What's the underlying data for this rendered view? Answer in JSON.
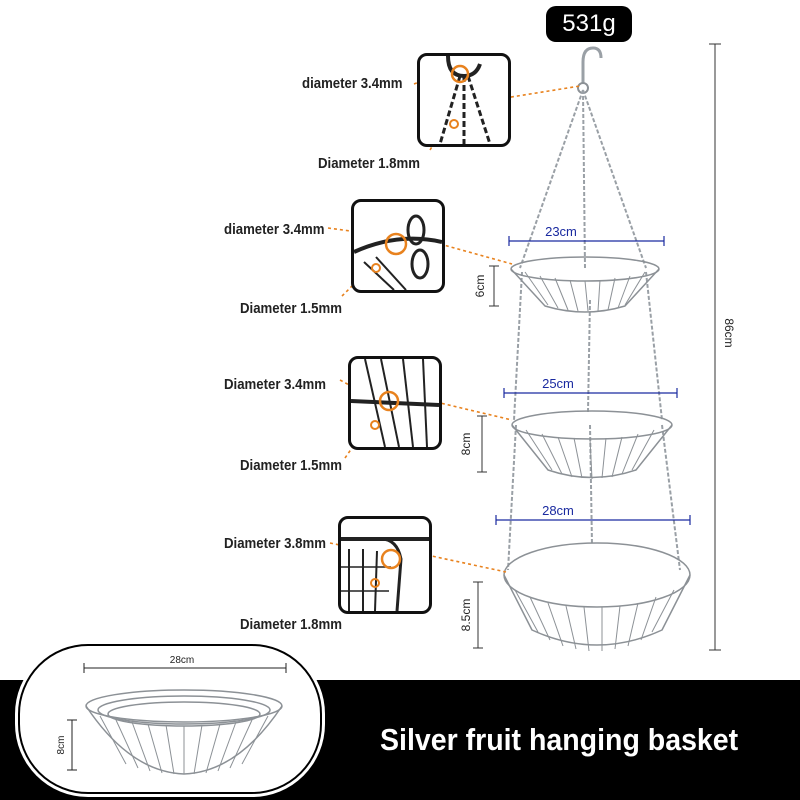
{
  "weight": "531g",
  "callouts": {
    "hook_top": "diameter 3.4mm",
    "hook_chain": "Diameter 1.8mm",
    "tier1_ring": "diameter 3.4mm",
    "tier1_wire": "Diameter 1.5mm",
    "tier2_ring": "Diameter 3.4mm",
    "tier2_wire": "Diameter 1.5mm",
    "tier3_ring": "Diameter 3.8mm",
    "tier3_wire": "Diameter 1.8mm"
  },
  "dimensions": {
    "total_height": "86cm",
    "tier1_width": "23cm",
    "tier1_height": "6cm",
    "tier2_width": "25cm",
    "tier2_height": "8cm",
    "tier3_width": "28cm",
    "tier3_height": "8.5cm",
    "inset_width": "28cm",
    "inset_height": "8cm"
  },
  "title": "Silver fruit hanging basket",
  "colors": {
    "callout_orange": "#e8821e",
    "dimension_blue": "#1a2aa0",
    "wire_silver": "#9aa0a6",
    "bar_black": "#000000"
  }
}
